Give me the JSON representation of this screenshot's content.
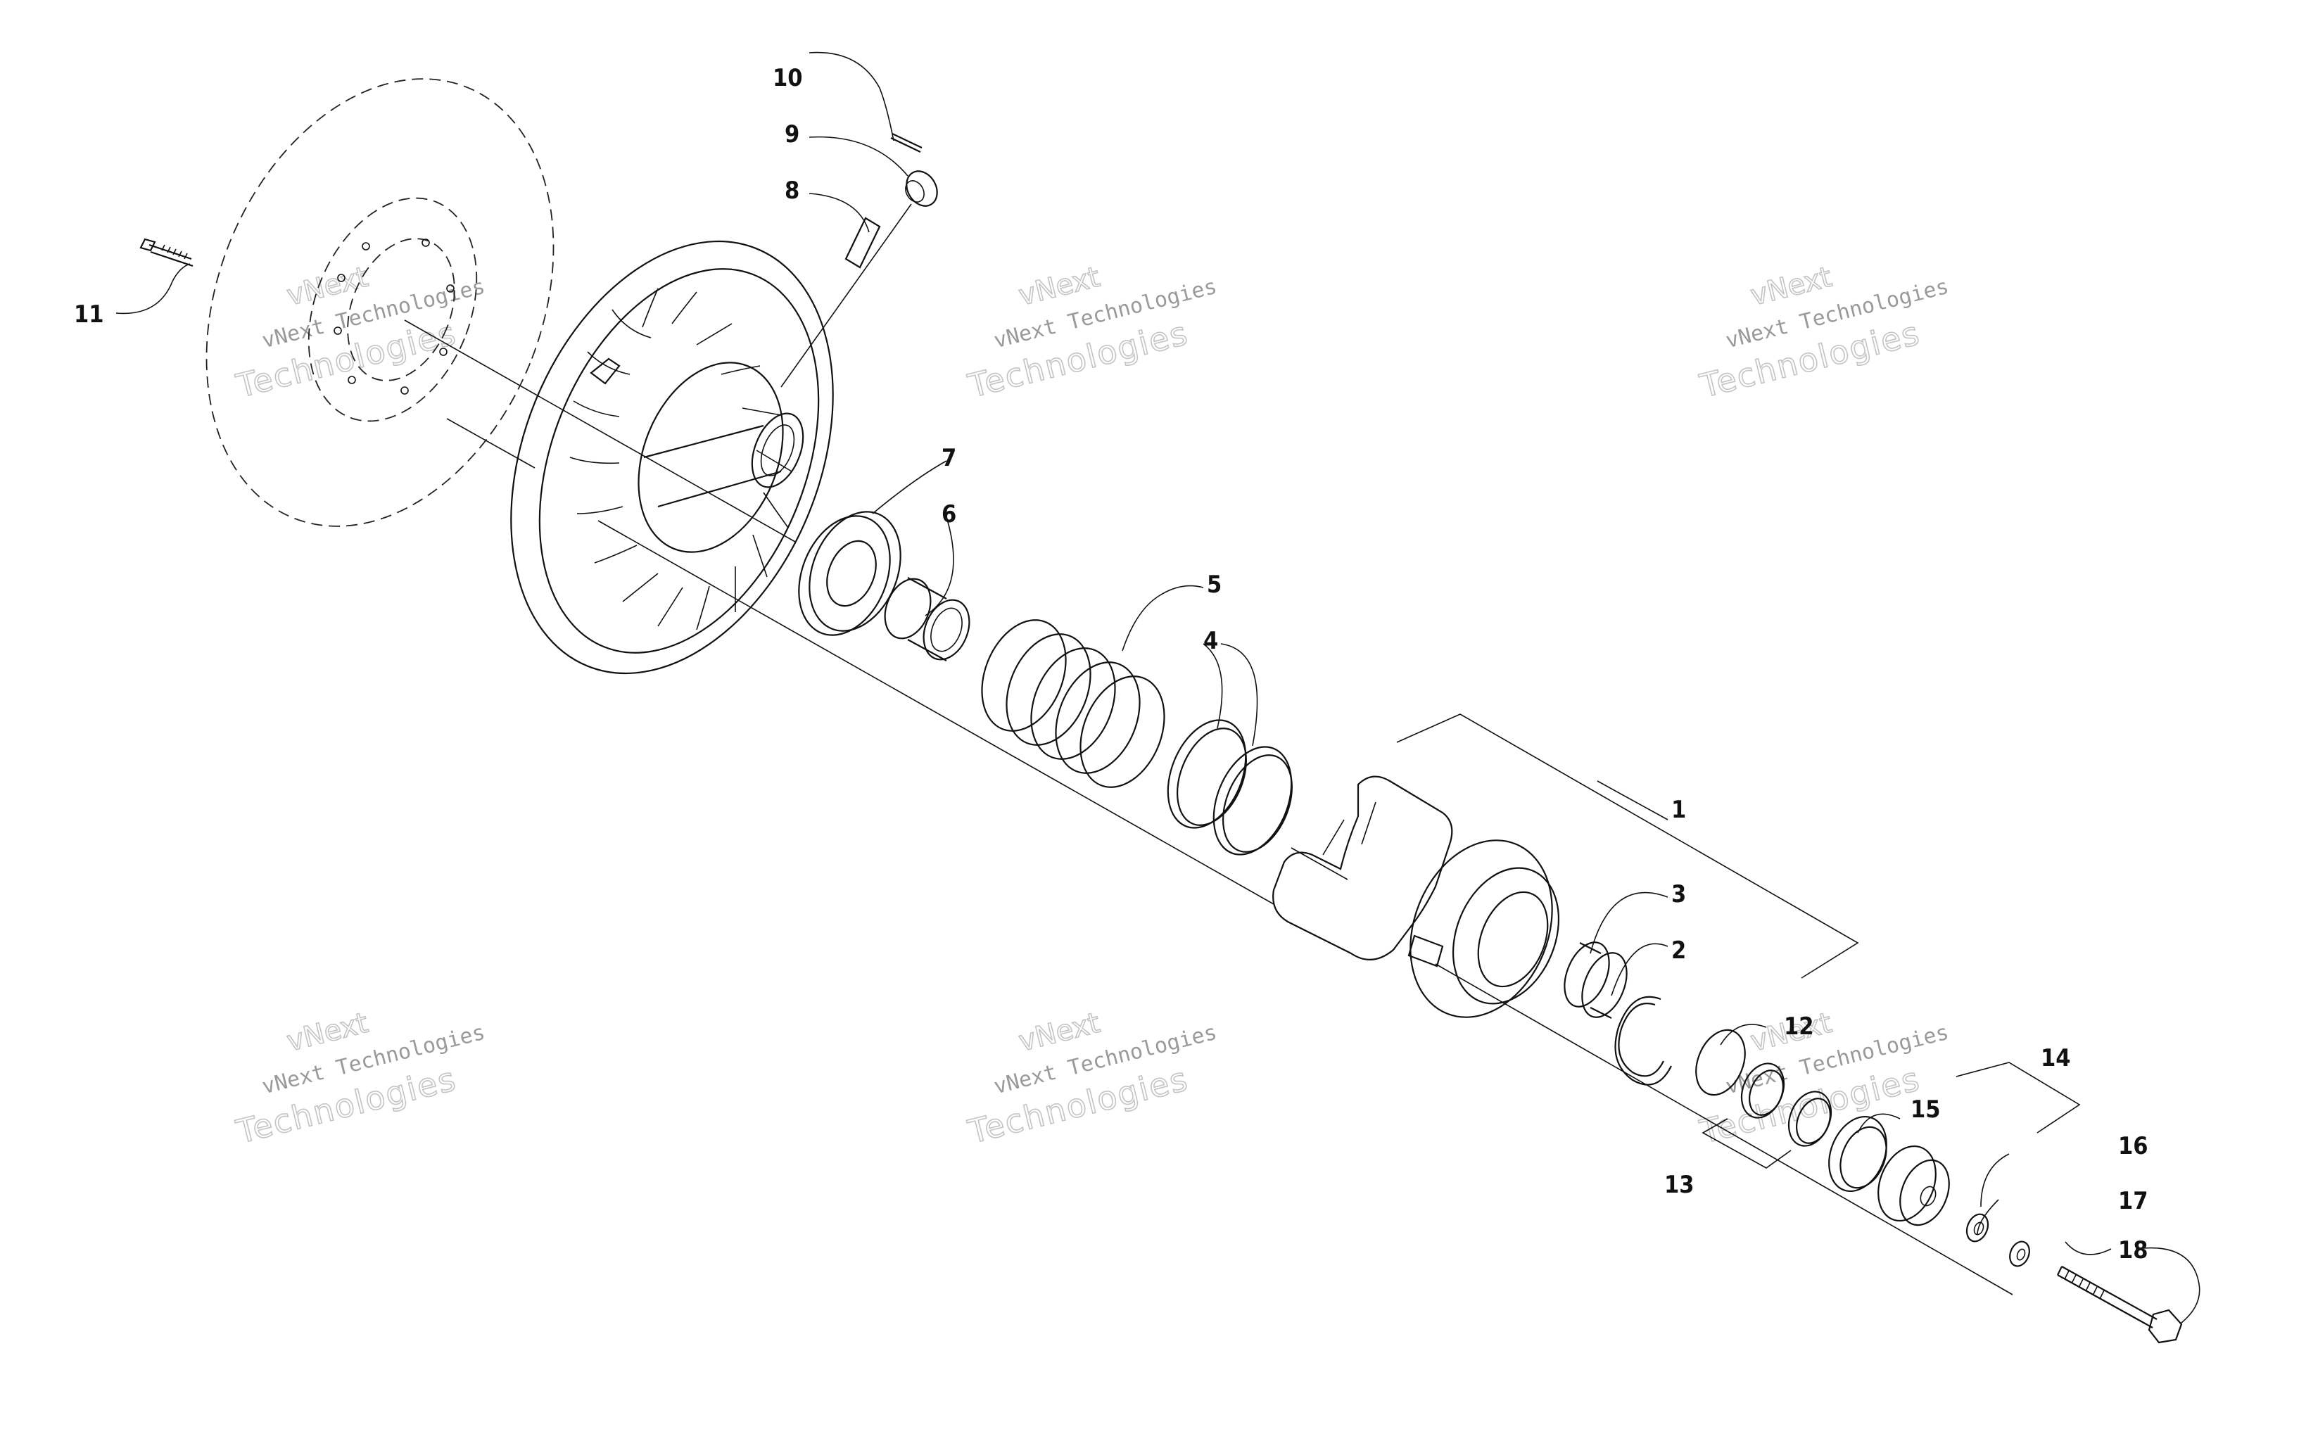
{
  "diagram": {
    "callouts": [
      "1",
      "2",
      "3",
      "4",
      "5",
      "6",
      "7",
      "8",
      "9",
      "10",
      "11",
      "12",
      "13",
      "14",
      "15",
      "16",
      "17",
      "18"
    ],
    "watermark": {
      "line1": "vNext",
      "line2": "vNext Technologies",
      "line3": "Technologies"
    }
  }
}
